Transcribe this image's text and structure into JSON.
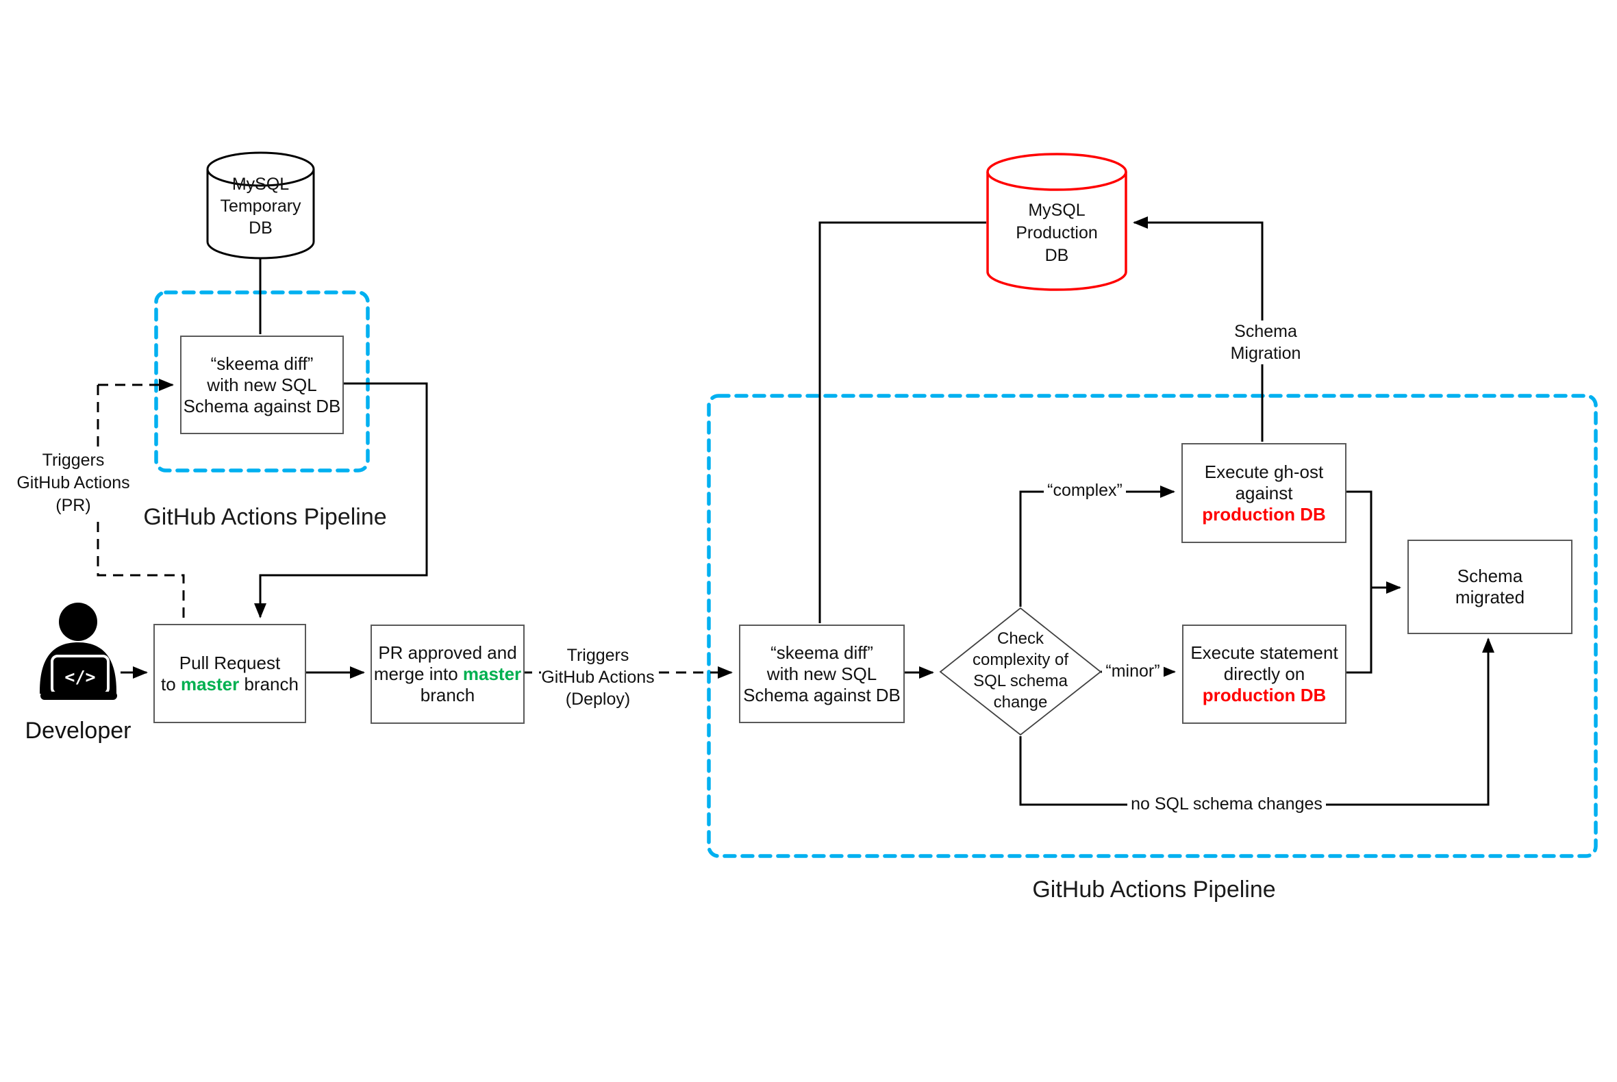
{
  "colors": {
    "pipeline_border_blue": "#00B0F0",
    "master_green": "#00B050",
    "production_red": "#FF0000",
    "box_border_gray": "#595959",
    "line_black": "#000000"
  },
  "left_pipeline": {
    "title": "GitHub Actions Pipeline",
    "db": {
      "l1": "MySQL",
      "l2": "Temporary",
      "l3": "DB"
    },
    "skeema_box": {
      "l1": "“skeema diff”",
      "l2": "with new SQL",
      "l3": "Schema against DB"
    },
    "trigger_pr": {
      "l1": "Triggers",
      "l2": "GitHub Actions",
      "l3": "(PR)"
    }
  },
  "developer": {
    "label": "Developer",
    "laptop_glyph": "</>"
  },
  "pull_request": {
    "l1": "Pull Request",
    "pre": "to ",
    "em": "master",
    "post": " branch"
  },
  "pr_approved": {
    "l1": "PR approved and",
    "pre": "merge into ",
    "em": "master",
    "l3": "branch"
  },
  "trigger_deploy": {
    "l1": "Triggers",
    "l2": "GitHub Actions",
    "l3": "(Deploy)"
  },
  "right_pipeline": {
    "title": "GitHub Actions Pipeline",
    "db": {
      "l1": "MySQL",
      "l2": "Production",
      "l3": "DB"
    },
    "schema_migration": {
      "l1": "Schema",
      "l2": "Migration"
    },
    "skeema_box": {
      "l1": "“skeema diff”",
      "l2": "with new SQL",
      "l3": "Schema against DB"
    },
    "decision": {
      "l1": "Check",
      "l2": "complexity of",
      "l3": "SQL schema",
      "l4": "change"
    },
    "edge_complex": "“complex”",
    "edge_minor": "“minor”",
    "edge_none": "no SQL schema changes",
    "ghost_box": {
      "l1": "Execute gh-ost",
      "l2": "against",
      "em": "production DB"
    },
    "statement_box": {
      "l1": "Execute statement",
      "l2": "directly on",
      "em": "production DB"
    },
    "migrated_box": {
      "l1": "Schema",
      "l2": "migrated"
    }
  }
}
